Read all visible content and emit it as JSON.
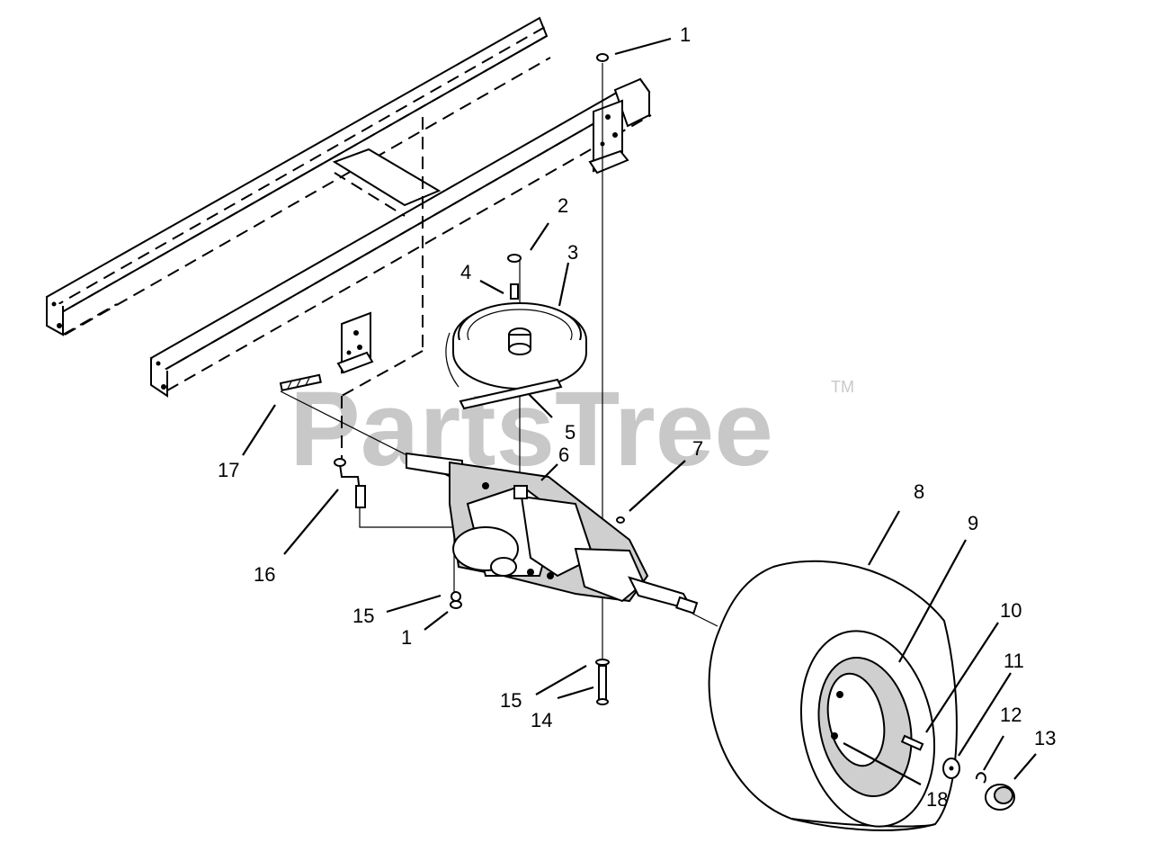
{
  "watermark": {
    "text": "PartsTree",
    "trademark": "TM"
  },
  "callouts": {
    "c1_top": "1",
    "c2": "2",
    "c3": "3",
    "c4": "4",
    "c5": "5",
    "c6": "6",
    "c7": "7",
    "c8": "8",
    "c9": "9",
    "c10": "10",
    "c11": "11",
    "c12": "12",
    "c13": "13",
    "c14": "14",
    "c15_left": "15",
    "c15_bottom": "15",
    "c16": "16",
    "c17": "17",
    "c18": "18",
    "c1_bottom": "1"
  },
  "colors": {
    "line": "#000000",
    "watermark": "#c8c8c8",
    "background": "#ffffff"
  }
}
